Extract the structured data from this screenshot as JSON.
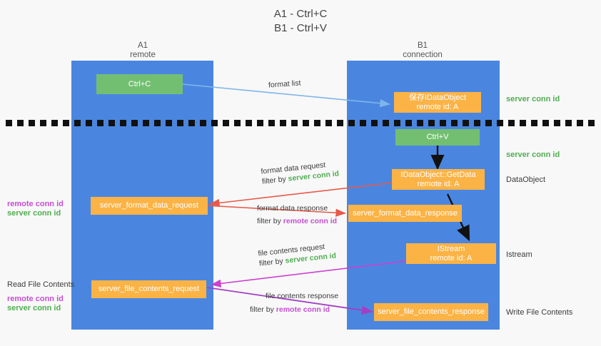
{
  "title": {
    "line1": "A1 - Ctrl+C",
    "line2": "B1 - Ctrl+V"
  },
  "columns": [
    {
      "name": "A1",
      "role": "remote"
    },
    {
      "name": "B1",
      "role": "connection"
    }
  ],
  "boxes": {
    "ctrl_c": "Ctrl+C",
    "ctrl_v": "Ctrl+V",
    "save_dataobject_l1": "保存IDataObject",
    "save_dataobject_l2": "remote id: A",
    "getdata_l1": "IDataObject::GetData",
    "getdata_l2": "remote id: A",
    "istream_l1": "IStream",
    "istream_l2": "remote id: A",
    "server_format_data_request": "server_format_data_request",
    "server_format_data_response": "server_format_data_response",
    "server_file_contents_request": "server_file_contents_request",
    "server_file_contents_response": "server_file_contents_response"
  },
  "right_labels": {
    "server_conn_id_top": "server conn id",
    "server_conn_id_mid": "server conn id",
    "dataobject": "DataObject",
    "istream": "Istream",
    "write_file_contents": "Write File Contents"
  },
  "left_labels": {
    "remote_conn_id_1": "remote conn id",
    "server_conn_id_1": "server conn id",
    "read_file_contents": "Read File Contents",
    "remote_conn_id_2": "remote conn id",
    "server_conn_id_2": "server conn id"
  },
  "captions": {
    "format_list": "format list",
    "format_data_request": "format data request",
    "format_data_request_filter_prefix": "filter by ",
    "format_data_request_filter_key": "server conn id",
    "format_data_response": "format data response",
    "format_data_response_filter_prefix": "filter by ",
    "format_data_response_filter_key": "remote conn id",
    "file_contents_request": "file contents request",
    "file_contents_request_filter_prefix": "filter by ",
    "file_contents_request_filter_key": "server conn id",
    "file_contents_response": "file contents response",
    "file_contents_response_filter_prefix": "filter by ",
    "file_contents_response_filter_key": "remote conn id"
  },
  "colors": {
    "lane": "#4a86e0",
    "green_box": "#73bf72",
    "orange_box": "#fbb346",
    "server_conn_id": "#4fae50",
    "remote_conn_id": "#c44fd0",
    "arrow_format_list": "#7fb6e8",
    "arrow_format_data": "#e8594a",
    "arrow_file_contents": "#cc3fd0",
    "arrow_black": "#111111",
    "background": "#f8f8f8"
  }
}
